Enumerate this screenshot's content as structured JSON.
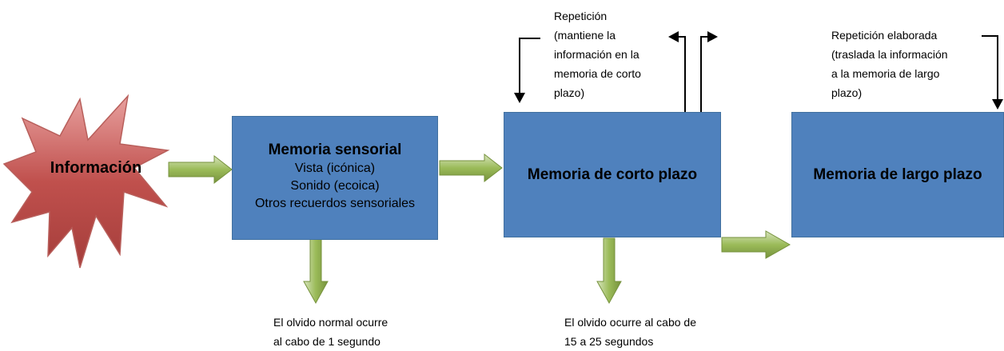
{
  "colors": {
    "box_fill": "#4f81bd",
    "arrow_fill": "#9bbb59",
    "star_fill": "#c0504d",
    "text": "#000000"
  },
  "information": {
    "label": "Información"
  },
  "sensory_memory": {
    "title": "Memoria sensorial",
    "lines": [
      "Vista (icónica)",
      "Sonido (ecoica)",
      "Otros recuerdos sensoriales"
    ]
  },
  "short_term_memory": {
    "title": "Memoria de corto plazo"
  },
  "long_term_memory": {
    "title": "Memoria de largo plazo"
  },
  "notes": {
    "rehearsal": "Repetición\n(mantiene la\ninformación en la\nmemoria de corto\nplazo)",
    "elaborative_rehearsal": "Repetición elaborada\n(traslada la información\na la memoria de largo\nplazo)",
    "sensory_forgetting": "El olvido normal ocurre\nal cabo de 1 segundo",
    "short_term_forgetting": "El olvido ocurre al cabo de\n15 a 25 segundos"
  },
  "icons": {
    "star": "explosion-star-icon",
    "arrow": "thick-green-arrow-icon",
    "line_arrow": "black-line-arrow-icon"
  }
}
